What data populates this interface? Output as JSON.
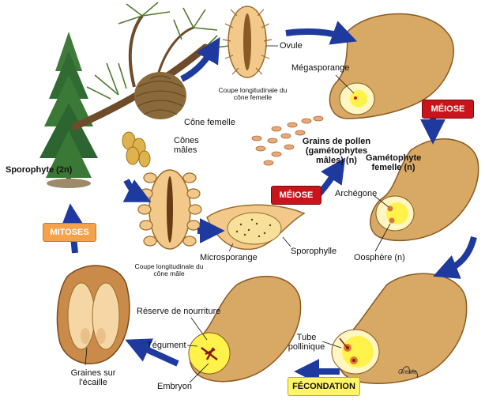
{
  "labels": {
    "ovule": "Ovule",
    "coupe_femelle": "Coupe longitudinale du cône femelle",
    "megasporange": "Mégasporange",
    "cone_femelle": "Cône femelle",
    "cones_males": "Cônes mâles",
    "grains_pollen": "Grains de pollen (gamétophytes mâles) (n)",
    "sporophyte": "Sporophyte (2n)",
    "gametophyte_femelle": "Gamétophyte femelle (n)",
    "archegone": "Archégone",
    "oosphere": "Oosphère (n)",
    "microsporange": "Microsporange",
    "sporophylle": "Sporophylle",
    "coupe_male": "Coupe longitudinale du cône mâle",
    "reserve": "Réserve de nourriture",
    "tegument": "Tégument",
    "embryon": "Embryon",
    "graines": "Graines sur l'écaille",
    "tube_pollinique": "Tube pollinique",
    "signature": "Gresle"
  },
  "badges": {
    "meiose_top": "MÉIOSE",
    "meiose_mid": "MÉIOSE",
    "mitoses": "MITOSES",
    "fecondation": "FÉCONDATION"
  },
  "colors": {
    "arrow": "#1f3a9e",
    "tissue": "#d8a865",
    "tissue_outline": "#8a5a22",
    "yellow_core": "#fff24a",
    "meiose_red": "#c8141a",
    "mitoses_orange": "#f5a24a",
    "fecondation_yellow": "#fff46a"
  }
}
